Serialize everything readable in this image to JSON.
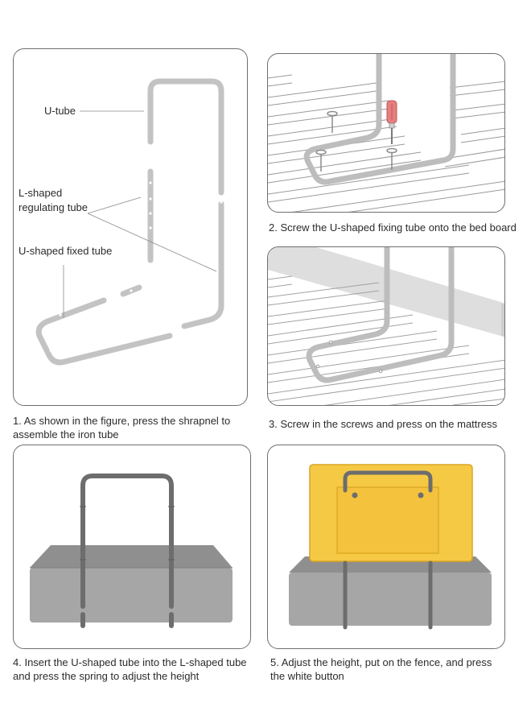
{
  "panels": [
    {
      "caption_line1": "1. As shown in the figure, press the shrapnel to",
      "caption_line2": "assemble the iron tube",
      "labels": {
        "u_tube": "U-tube",
        "l_shaped_line1": "L-shaped",
        "l_shaped_line2": "regulating tube",
        "u_fixed": "U-shaped fixed tube"
      }
    },
    {
      "caption_line1": "2. Screw the U-shaped fixing tube onto the bed board"
    },
    {
      "caption_line1": "3. Screw in the screws and press on the mattress"
    },
    {
      "caption_line1": "4. Insert the U-shaped tube into the L-shaped tube",
      "caption_line2": "and press the spring to adjust the height"
    },
    {
      "caption_line1": "5. Adjust the height, put on the fence, and press",
      "caption_line2": "the white button"
    }
  ],
  "colors": {
    "frame_tube": "#c3c3c3",
    "dark_tube": "#6d6d6d",
    "bed_top": "#8f8f8f",
    "bed_side": "#a6a6a6",
    "fence": "#f6c945",
    "fence_edge": "#d9a520",
    "screwdriver": "#e77d7d",
    "panel_border": "#6e6e6e"
  },
  "icons": [
    "screwdriver-icon",
    "screw-icon"
  ]
}
